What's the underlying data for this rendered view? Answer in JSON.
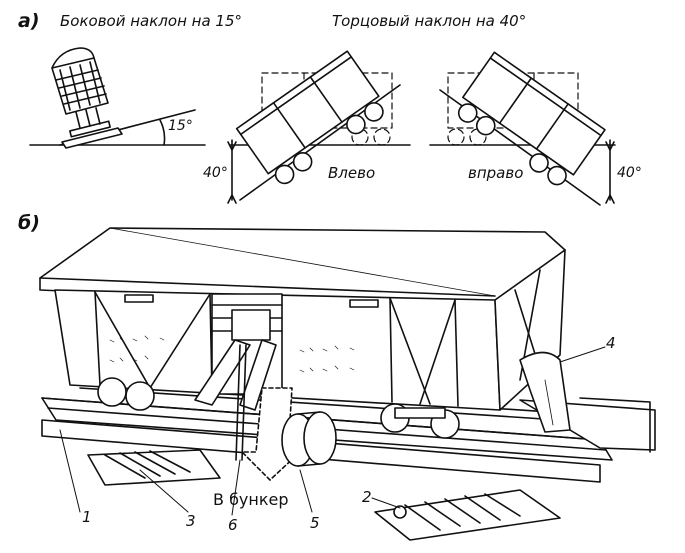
{
  "section_a": {
    "letter": "а)",
    "caption_side": "Боковой наклон на 15°",
    "caption_end": "Торцовый наклон на 40°",
    "angle_side": "15°",
    "angle_left": "40°",
    "angle_right": "40°",
    "label_left": "Влево",
    "label_right": "вправо"
  },
  "section_b": {
    "letter": "б)",
    "label_bunker": "В бункер",
    "callouts": [
      "1",
      "2",
      "3",
      "4",
      "5",
      "6"
    ]
  }
}
